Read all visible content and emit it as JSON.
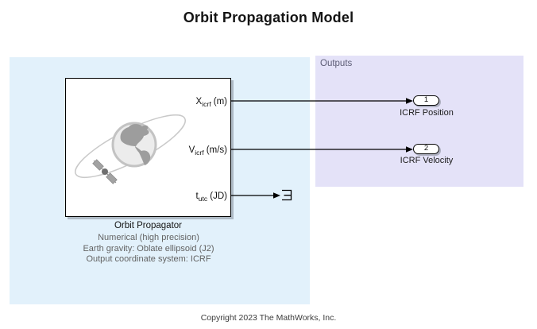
{
  "title": "Orbit Propagation Model",
  "outputs_region": {
    "label": "Outputs"
  },
  "propagator_block": {
    "label": "Orbit Propagator",
    "annotation_lines": [
      "Numerical (high precision)",
      "Earth gravity: Oblate ellipsoid (J2)",
      "Output coordinate system: ICRF"
    ],
    "output_ports": [
      {
        "symbol": "X",
        "subscript": "icrf",
        "unit": " (m)"
      },
      {
        "symbol": "V",
        "subscript": "icrf",
        "unit": " (m/s)"
      },
      {
        "symbol": "t",
        "subscript": "utc",
        "unit": " (JD)"
      }
    ]
  },
  "outports": [
    {
      "number": "1",
      "label": "ICRF Position"
    },
    {
      "number": "2",
      "label": "ICRF Velocity"
    }
  ],
  "footer": {
    "copyright": "Copyright 2023 The MathWorks, Inc."
  },
  "colors": {
    "model_region_bg": "#e2f1fb",
    "outputs_region_bg": "#e4e2f8",
    "outputs_label_text": "#5c5c75",
    "annotation_text": "#636363",
    "signal_line": "#000000",
    "globe_fill": "#ececec",
    "globe_ring": "#c3c3c3",
    "continent_fill": "#9d9d9d",
    "orbit_line": "#c9c9c9",
    "satellite_body": "#6f6f6f",
    "satellite_panel": "#a2a2a2"
  },
  "icons": {
    "earth_orbit_icon": "earth globe with elliptical orbit and satellite",
    "terminator_icon": "signal terminator bracket"
  }
}
